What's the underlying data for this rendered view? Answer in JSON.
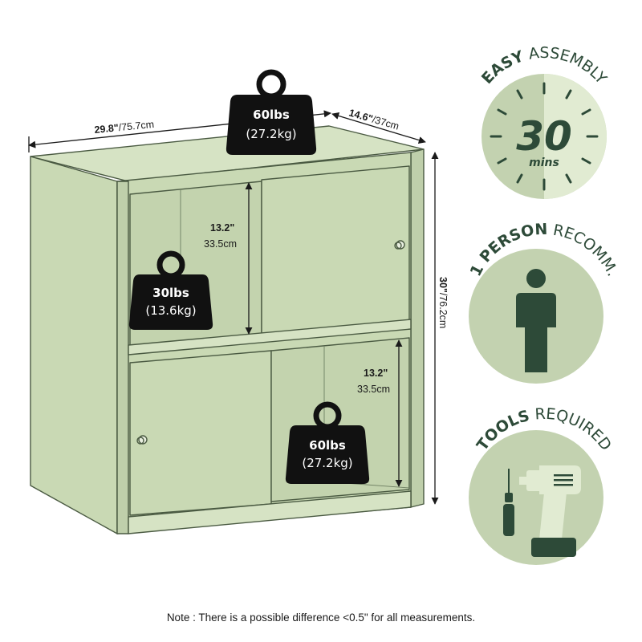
{
  "dimensions": {
    "width": {
      "imperial": "29.8\"",
      "metric": "/75.7cm"
    },
    "depth": {
      "imperial": "14.6\"",
      "metric": "/37cm"
    },
    "height": {
      "imperial": "30\"",
      "metric": "/76.2cm"
    },
    "upper_compartment": {
      "imperial": "13.2\"",
      "metric": "33.5cm"
    },
    "lower_compartment": {
      "imperial": "13.2\"",
      "metric": "33.5cm"
    }
  },
  "weights": {
    "top": {
      "lbs": "60lbs",
      "kg": "(27.2kg)"
    },
    "upper_shelf": {
      "lbs": "30lbs",
      "kg": "(13.6kg)"
    },
    "lower_shelf": {
      "lbs": "60lbs",
      "kg": "(27.2kg)"
    }
  },
  "badges": {
    "assembly": {
      "bold": "EASY",
      "light": "ASSEMBLY",
      "number": "30",
      "unit": "mins"
    },
    "person": {
      "bold": "1 PERSON",
      "light": "RECOMM."
    },
    "tools": {
      "bold": "TOOLS",
      "light": "REQUIRED"
    }
  },
  "note": "Note : There is a possible difference <0.5\" for all measurements.",
  "colors": {
    "cabinet": "#c9d9b4",
    "cabinet_outline": "#4a5a42",
    "badge_light": "#c3d2b0",
    "badge_pale": "#e1ebd2",
    "dark_green": "#2d4a38",
    "weight_black": "#111111"
  }
}
